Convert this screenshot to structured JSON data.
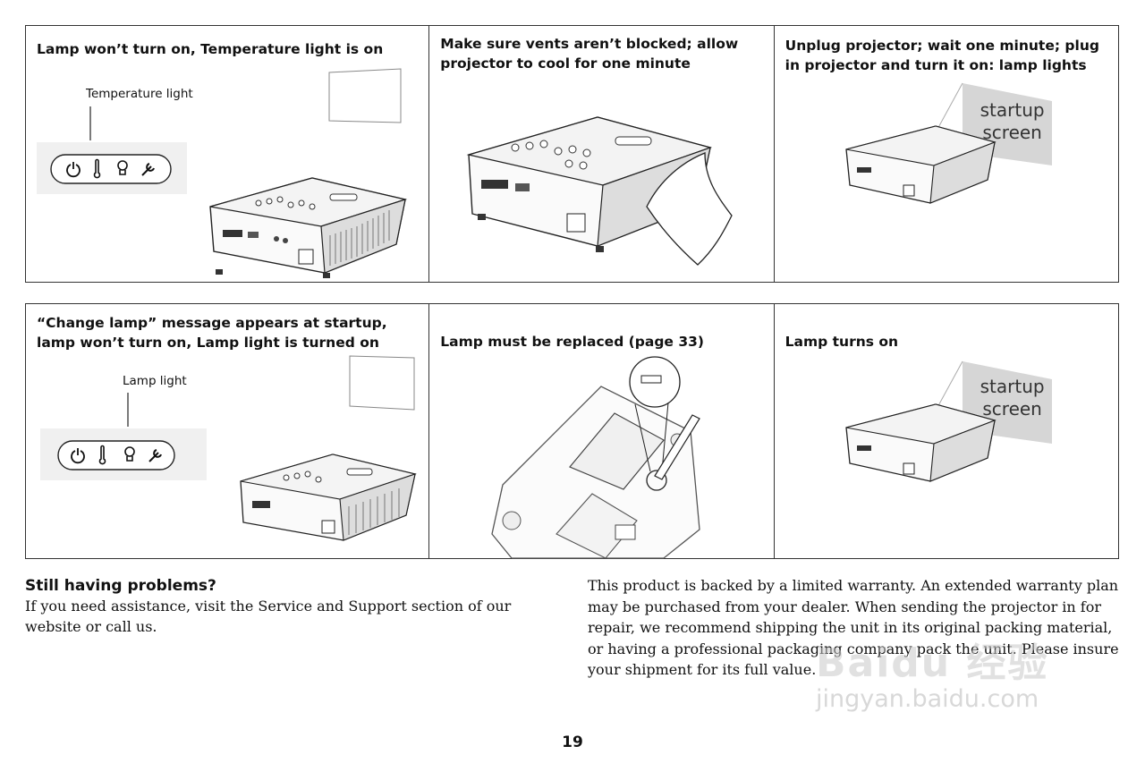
{
  "panels": {
    "row1": [
      {
        "title": "Lamp won’t turn on, Temperature light is on",
        "callout": "Temperature light"
      },
      {
        "title": "Make sure vents aren’t blocked; allow projector to cool for one minute"
      },
      {
        "title": "Unplug projector; wait one minute; plug in projector and turn it on: lamp lights",
        "screen_line1": "startup",
        "screen_line2": "screen"
      }
    ],
    "row2": [
      {
        "title": "“Change lamp” message appears at startup, lamp won’t turn on, Lamp light is turned on",
        "callout": "Lamp light"
      },
      {
        "title": "Lamp must be replaced (page 33)"
      },
      {
        "title": "Lamp turns on",
        "screen_line1": "startup",
        "screen_line2": "screen"
      }
    ]
  },
  "indicator_icons": [
    "power-icon",
    "thermometer-icon",
    "lamp-bulb-icon",
    "wrench-icon"
  ],
  "help": {
    "heading": "Still having problems?",
    "text": "If you need assistance, visit the Service and Support section of our website or call us."
  },
  "warranty": {
    "text": "This product is backed by a limited warranty. An extended warranty plan may be purchased from your dealer. When sending the projector in for repair, we recommend shipping the unit in its original packing material, or having a professional packaging company pack the unit. Please insure your shipment for its full value."
  },
  "page_number": "19",
  "watermark": {
    "logo": "Baidu 经验",
    "url": "jingyan.baidu.com"
  }
}
